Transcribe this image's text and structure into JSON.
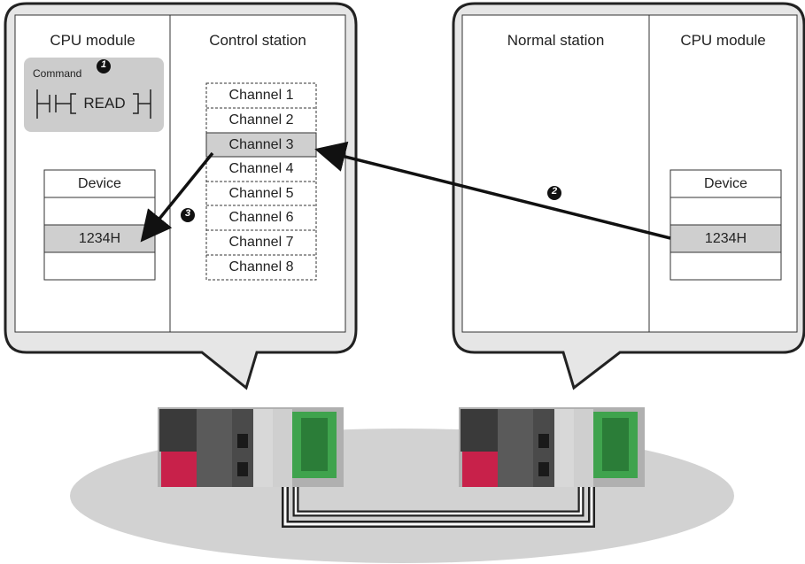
{
  "left_bubble": {
    "cpu_module_title": "CPU module",
    "control_station_title": "Control station",
    "command_label": "Command",
    "instruction": "READ",
    "device_header": "Device",
    "device_value": "1234H",
    "channels": [
      "Channel 1",
      "Channel 2",
      "Channel 3",
      "Channel 4",
      "Channel 5",
      "Channel 6",
      "Channel 7",
      "Channel 8"
    ]
  },
  "right_bubble": {
    "normal_station_title": "Normal station",
    "cpu_module_title": "CPU module",
    "device_header": "Device",
    "device_value": "1234H"
  },
  "steps": {
    "step1": "1",
    "step2": "2",
    "step3": "3"
  },
  "colors": {
    "highlight": "#cfcfcf",
    "command_box": "#cccccc",
    "network_ellipse": "#d2d2d2",
    "plc_red": "#c8214a",
    "plc_green": "#3fa34d"
  }
}
